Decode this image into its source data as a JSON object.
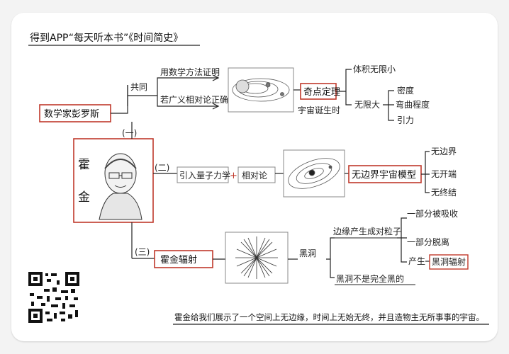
{
  "header": {
    "title": "得到APP“每天听本书”《时间简史》"
  },
  "root": {
    "label": "数学家彭罗斯"
  },
  "branch1": {
    "marker": "(一)",
    "connector": "共同",
    "item1": "用数学方法证明",
    "item2": "若广义相对论正确",
    "node": "奇点定理",
    "sub": "宇宙诞生时",
    "leaf_a": "体积无限小",
    "leaf_b": "无限大",
    "leaf_b_children": [
      "密度",
      "弯曲程度",
      "引力"
    ]
  },
  "center": {
    "name_top": "霍",
    "name_bottom": "金"
  },
  "branch2": {
    "marker": "(二)",
    "item1": "引入量子力学",
    "plus": "+",
    "item2": "相对论",
    "node": "无边界宇宙模型",
    "leaves": [
      "无边界",
      "无开端",
      "无终结"
    ]
  },
  "branch3": {
    "marker": "(三)",
    "node": "霍金辐射",
    "connector": "黑洞",
    "upper": "边缘产生成对粒子",
    "upper_children": [
      "一部分被吸收",
      "一部分脱离",
      "产生"
    ],
    "result": "黑洞辐射",
    "lower": "黑洞不是完全黑的"
  },
  "footer": {
    "summary": "霍金给我们展示了一个空间上无边缘，时间上无始无终，并且造物主无所事事的宇宙。"
  },
  "colors": {
    "accent_red": "#c0392b",
    "ink": "#222222"
  }
}
